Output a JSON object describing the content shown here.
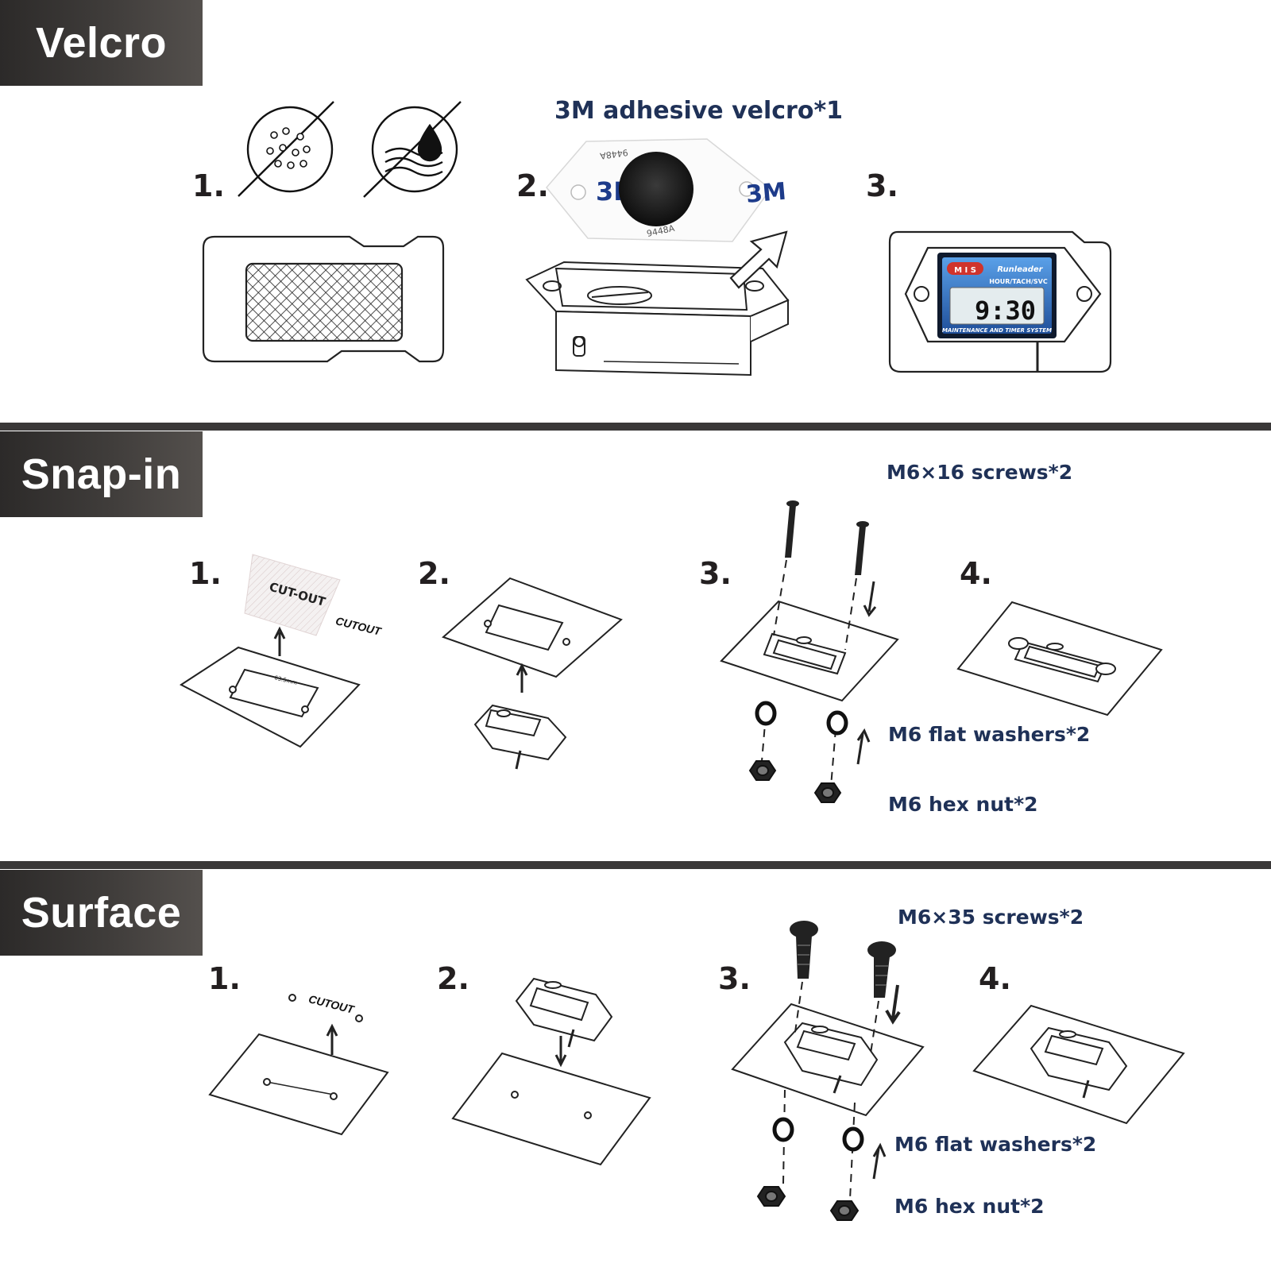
{
  "sections": [
    {
      "title": "Velcro",
      "steps": [
        "1.",
        "2.",
        "3."
      ],
      "labels": {
        "velcro": "3M adhesive velcro*1"
      },
      "tape_text": [
        "3M",
        "9448A"
      ],
      "device": {
        "brand": "Runleader",
        "mode": "HOUR/TACH/SVC",
        "display": "9:30",
        "footer": "MAINTENANCE AND TIMER SYSTEM",
        "badge": "M I S"
      }
    },
    {
      "title": "Snap-in",
      "steps": [
        "1.",
        "2.",
        "3.",
        "4."
      ],
      "labels": {
        "screws": "M6×16 screws*2",
        "washers": "M6 flat washers*2",
        "nuts": "M6 hex nut*2"
      },
      "template_text": "CUT-OUT",
      "cutout_text": "CUTOUT",
      "dim_text": "63.5mm"
    },
    {
      "title": "Surface",
      "steps": [
        "1.",
        "2.",
        "3.",
        "4."
      ],
      "labels": {
        "screws": "M6×35 screws*2",
        "washers": "M6 flat washers*2",
        "nuts": "M6 hex nut*2"
      },
      "cutout_text": "CUTOUT"
    }
  ],
  "colors": {
    "header_bg": "#3f3c3a",
    "label_text": "#1f3157",
    "divider": "#3a3838",
    "lcd_blue": "#2f6fc4",
    "badge_red": "#d0342c"
  }
}
